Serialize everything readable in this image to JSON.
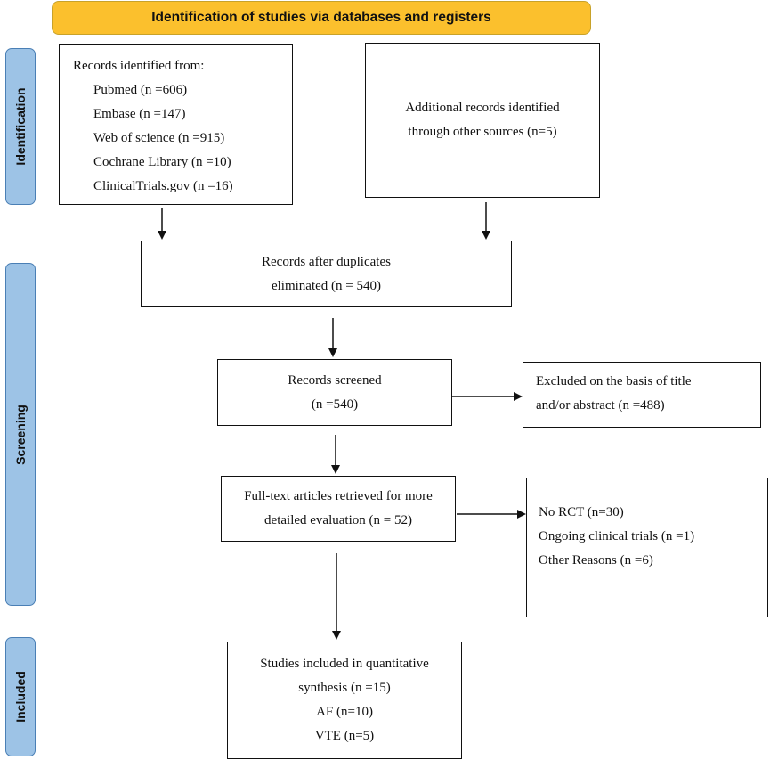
{
  "header": {
    "title": "Identification of studies via databases and registers"
  },
  "phases": {
    "identification": "Identification",
    "screening": "Screening",
    "included": "Included"
  },
  "boxes": {
    "records_identified": {
      "title": "Records identified from:",
      "sources": [
        "Pubmed (n =606)",
        "Embase (n =147)",
        "Web of science (n =915)",
        "Cochrane Library (n =10)",
        "ClinicalTrials.gov (n =16)"
      ]
    },
    "additional_records": {
      "lines": [
        "Additional records identified",
        "through other sources (n=5)"
      ]
    },
    "after_duplicates": {
      "lines": [
        "Records after duplicates",
        "eliminated (n = 540)"
      ]
    },
    "screened": {
      "lines": [
        "Records screened",
        "(n =540)"
      ]
    },
    "excluded_title": {
      "lines": [
        "Excluded on the basis of title",
        "and/or abstract (n =488)"
      ]
    },
    "full_text": {
      "lines": [
        "Full-text articles retrieved for more",
        "detailed evaluation (n = 52)"
      ]
    },
    "excluded_full": {
      "lines": [
        "No RCT (n=30)",
        "Ongoing clinical trials (n =1)",
        "Other Reasons (n =6)"
      ]
    },
    "included": {
      "lines": [
        "Studies included in quantitative",
        "synthesis (n =15)",
        "AF (n=10)",
        "VTE (n=5)"
      ]
    }
  },
  "colors": {
    "header_fill": "#fbc02d",
    "phase_fill": "#9dc3e6",
    "border": "#111111"
  }
}
